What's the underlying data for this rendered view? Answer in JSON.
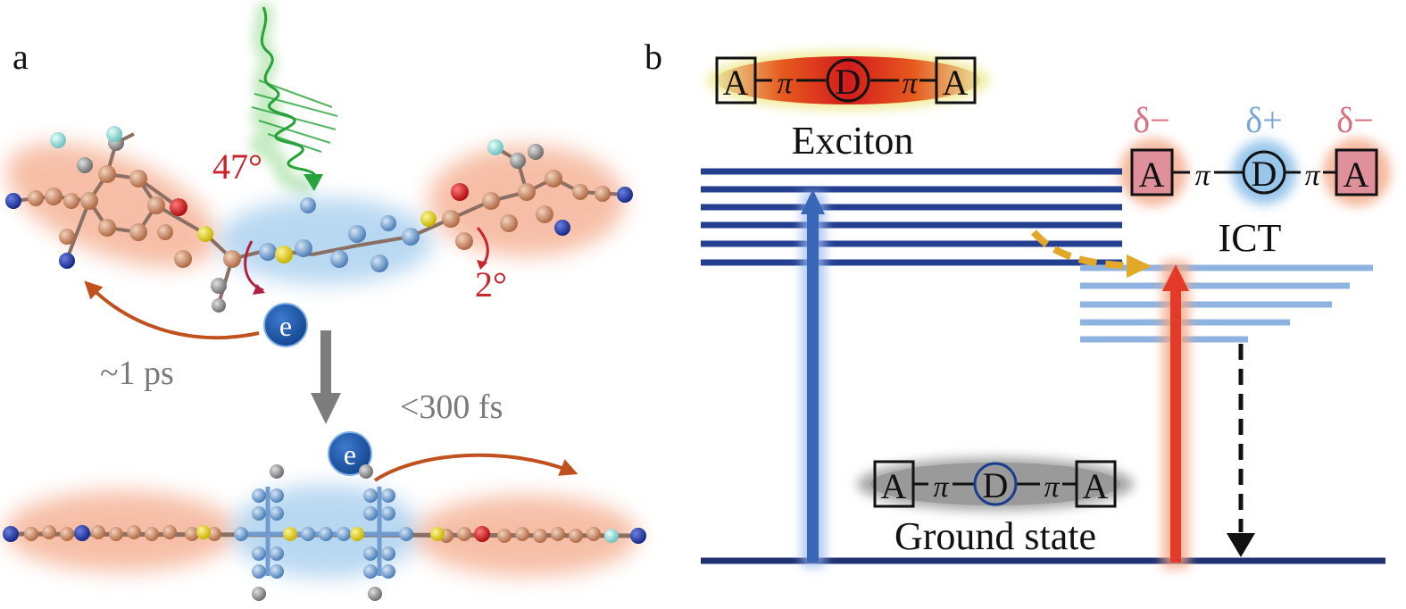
{
  "panel_a": {
    "label": "a",
    "angle_left": "47°",
    "angle_right": "2°",
    "electron_top": "e",
    "electron_bottom": "e",
    "time_slow": "~1 ps",
    "time_fast": "<300 fs"
  },
  "panel_b": {
    "label": "b",
    "exciton_label": "Exciton",
    "ict_label": "ICT",
    "ground_label": "Ground state",
    "molecule": {
      "acceptor_left": "A",
      "bridge_left": "π",
      "donor": "D",
      "bridge_right": "π",
      "acceptor_right": "A"
    },
    "charges": {
      "left": "δ−",
      "center": "δ+",
      "right": "δ−"
    }
  },
  "colors": {
    "level_dark": "#233f8f",
    "level_light": "#8fb3e0",
    "excite_arrow": "#3a66b8",
    "emit_arrow": "#e43a2a",
    "transfer_arrow": "#e1a82a",
    "orange_glow": "#f08a5e",
    "blue_glow": "#7fb8e6",
    "angle_red": "#c8242b",
    "time_gray": "#7a7a7a",
    "electron": "#1d54a6",
    "curve": "#c0501d",
    "charge_pink": "#d7717f",
    "charge_blue": "#7aa8d6",
    "pulse_green": "#27a23a"
  }
}
